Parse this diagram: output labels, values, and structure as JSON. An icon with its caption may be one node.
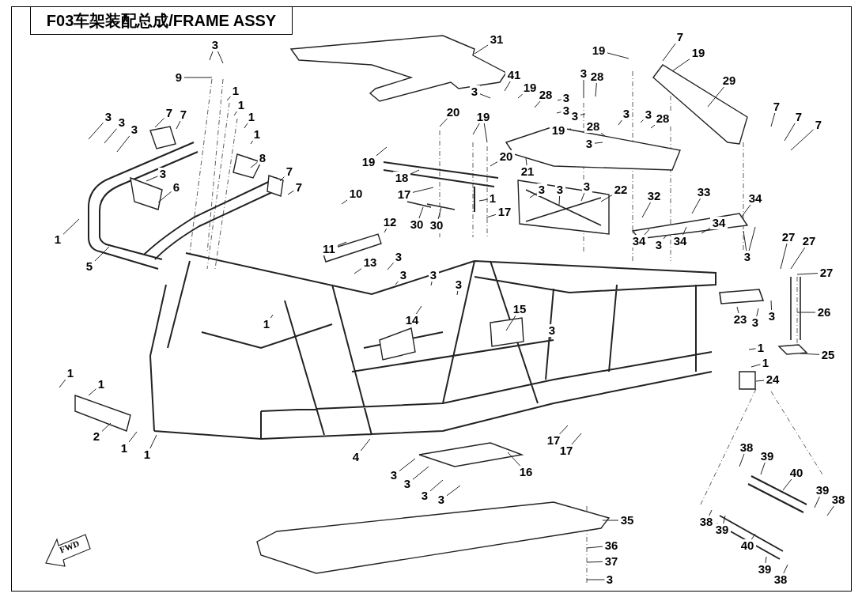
{
  "diagram": {
    "title": "F03车架装配总成/FRAME ASSY",
    "nodes": [
      {
        "text": [
          "3"
        ]
      },
      {
        "text": [
          "9"
        ]
      },
      {
        "text": [
          "1"
        ]
      },
      {
        "text": [
          "1"
        ]
      },
      {
        "text": [
          "1"
        ]
      },
      {
        "text": [
          "1"
        ]
      },
      {
        "text": [
          "3"
        ]
      },
      {
        "text": [
          "3"
        ]
      },
      {
        "text": [
          "3"
        ]
      },
      {
        "text": [
          "7"
        ]
      },
      {
        "text": [
          "7"
        ]
      },
      {
        "text": [
          "8"
        ]
      },
      {
        "text": [
          "3"
        ]
      },
      {
        "text": [
          "6"
        ]
      },
      {
        "text": [
          "7"
        ]
      },
      {
        "text": [
          "7"
        ]
      },
      {
        "text": [
          "1"
        ]
      },
      {
        "text": [
          "5"
        ]
      },
      {
        "text": [
          "31"
        ]
      },
      {
        "text": [
          "7"
        ]
      },
      {
        "text": [
          "19"
        ]
      },
      {
        "text": [
          "19"
        ]
      },
      {
        "text": [
          "41"
        ]
      },
      {
        "text": [
          "3"
        ]
      },
      {
        "text": [
          "19"
        ]
      },
      {
        "text": [
          "28"
        ]
      },
      {
        "text": [
          "3"
        ]
      },
      {
        "text": [
          "3"
        ]
      },
      {
        "text": [
          "3"
        ]
      },
      {
        "text": [
          "28"
        ]
      },
      {
        "text": [
          "3"
        ]
      },
      {
        "text": [
          "19"
        ]
      },
      {
        "text": [
          "3"
        ]
      },
      {
        "text": [
          "3"
        ]
      },
      {
        "text": [
          "28"
        ]
      },
      {
        "text": [
          "28"
        ]
      },
      {
        "text": [
          "3"
        ]
      },
      {
        "text": [
          "29"
        ]
      },
      {
        "text": [
          "7"
        ]
      },
      {
        "text": [
          "7"
        ]
      },
      {
        "text": [
          "7"
        ]
      },
      {
        "text": [
          "20"
        ]
      },
      {
        "text": [
          "19"
        ]
      },
      {
        "text": [
          "19"
        ]
      },
      {
        "text": [
          "18"
        ]
      },
      {
        "text": [
          "17"
        ]
      },
      {
        "text": [
          "20"
        ]
      },
      {
        "text": [
          "21"
        ]
      },
      {
        "text": [
          "10"
        ]
      },
      {
        "text": [
          "12"
        ]
      },
      {
        "text": [
          "11"
        ]
      },
      {
        "text": [
          "13"
        ]
      },
      {
        "text": [
          "30"
        ]
      },
      {
        "text": [
          "30"
        ]
      },
      {
        "text": [
          "1"
        ]
      },
      {
        "text": [
          "17"
        ]
      },
      {
        "text": [
          "3"
        ]
      },
      {
        "text": [
          "3"
        ]
      },
      {
        "text": [
          "3"
        ]
      },
      {
        "text": [
          "22"
        ]
      },
      {
        "text": [
          "32"
        ]
      },
      {
        "text": [
          "33"
        ]
      },
      {
        "text": [
          "34"
        ]
      },
      {
        "text": [
          "34"
        ]
      },
      {
        "text": [
          "34"
        ]
      },
      {
        "text": [
          "3"
        ]
      },
      {
        "text": [
          "34"
        ]
      },
      {
        "text": [
          "3"
        ]
      },
      {
        "text": [
          "27"
        ]
      },
      {
        "text": [
          "27"
        ]
      },
      {
        "text": [
          "27"
        ]
      },
      {
        "text": [
          "3"
        ]
      },
      {
        "text": [
          "3"
        ]
      },
      {
        "text": [
          "3"
        ]
      },
      {
        "text": [
          "3"
        ]
      },
      {
        "text": [
          "1"
        ]
      },
      {
        "text": [
          "14"
        ]
      },
      {
        "text": [
          "15"
        ]
      },
      {
        "text": [
          "3"
        ]
      },
      {
        "text": [
          "23"
        ]
      },
      {
        "text": [
          "3"
        ]
      },
      {
        "text": [
          "3"
        ]
      },
      {
        "text": [
          "26"
        ]
      },
      {
        "text": [
          "1"
        ]
      },
      {
        "text": [
          "1"
        ]
      },
      {
        "text": [
          "25"
        ]
      },
      {
        "text": [
          "24"
        ]
      },
      {
        "text": [
          "1"
        ]
      },
      {
        "text": [
          "1"
        ]
      },
      {
        "text": [
          "2"
        ]
      },
      {
        "text": [
          "1"
        ]
      },
      {
        "text": [
          "1"
        ]
      },
      {
        "text": [
          "4"
        ]
      },
      {
        "text": [
          "17"
        ]
      },
      {
        "text": [
          "17"
        ]
      },
      {
        "text": [
          "16"
        ]
      },
      {
        "text": [
          "3"
        ]
      },
      {
        "text": [
          "3"
        ]
      },
      {
        "text": [
          "3"
        ]
      },
      {
        "text": [
          "3"
        ]
      },
      {
        "text": [
          "35"
        ]
      },
      {
        "text": [
          "36"
        ]
      },
      {
        "text": [
          "37"
        ]
      },
      {
        "text": [
          "3"
        ]
      },
      {
        "text": [
          "38"
        ]
      },
      {
        "text": [
          "39"
        ]
      },
      {
        "text": [
          "40"
        ]
      },
      {
        "text": [
          "39"
        ]
      },
      {
        "text": [
          "38"
        ]
      },
      {
        "text": [
          "38"
        ]
      },
      {
        "text": [
          "39"
        ]
      },
      {
        "text": [
          "40"
        ]
      },
      {
        "text": [
          "39"
        ]
      },
      {
        "text": [
          "38"
        ]
      }
    ],
    "edges": [
      {
        "from": 0,
        "to": null,
        "arrow": "none"
      },
      {
        "from": 0,
        "to": null,
        "arrow": "none"
      },
      {
        "from": 1,
        "to": null,
        "arrow": "none"
      },
      {
        "from": 2,
        "to": null,
        "arrow": "none"
      },
      {
        "from": 3,
        "to": null,
        "arrow": "none"
      },
      {
        "from": 4,
        "to": null,
        "arrow": "none"
      },
      {
        "from": 5,
        "to": null,
        "arrow": "none"
      },
      {
        "from": 6,
        "to": null,
        "arrow": "none"
      },
      {
        "from": 7,
        "to": null,
        "arrow": "none"
      },
      {
        "from": 8,
        "to": null,
        "arrow": "none"
      },
      {
        "from": 9,
        "to": null,
        "arrow": "none"
      },
      {
        "from": 10,
        "to": null,
        "arrow": "none"
      },
      {
        "from": 11,
        "to": null,
        "arrow": "none"
      },
      {
        "from": 12,
        "to": null,
        "arrow": "none"
      },
      {
        "from": 13,
        "to": null,
        "arrow": "none"
      },
      {
        "from": 14,
        "to": null,
        "arrow": "none"
      },
      {
        "from": 15,
        "to": null,
        "arrow": "none"
      },
      {
        "from": 16,
        "to": null,
        "arrow": "none"
      },
      {
        "from": 17,
        "to": null,
        "arrow": "none"
      },
      {
        "from": 18,
        "to": null,
        "arrow": "none"
      },
      {
        "from": 19,
        "to": null,
        "arrow": "none"
      },
      {
        "from": 20,
        "to": null,
        "arrow": "none"
      },
      {
        "from": 21,
        "to": null,
        "arrow": "none"
      },
      {
        "from": 22,
        "to": null,
        "arrow": "none"
      },
      {
        "from": 23,
        "to": null,
        "arrow": "none"
      },
      {
        "from": 24,
        "to": null,
        "arrow": "none"
      },
      {
        "from": 25,
        "to": null,
        "arrow": "none"
      },
      {
        "from": 26,
        "to": null,
        "arrow": "none"
      },
      {
        "from": 27,
        "to": null,
        "arrow": "none"
      },
      {
        "from": 28,
        "to": null,
        "arrow": "none"
      },
      {
        "from": 29,
        "to": null,
        "arrow": "none"
      },
      {
        "from": 30,
        "to": null,
        "arrow": "none"
      },
      {
        "from": 31,
        "to": null,
        "arrow": "none"
      },
      {
        "from": 32,
        "to": null,
        "arrow": "none"
      },
      {
        "from": 33,
        "to": null,
        "arrow": "none"
      },
      {
        "from": 34,
        "to": null,
        "arrow": "none"
      },
      {
        "from": 35,
        "to": null,
        "arrow": "none"
      },
      {
        "from": 36,
        "to": null,
        "arrow": "none"
      },
      {
        "from": 37,
        "to": null,
        "arrow": "none"
      },
      {
        "from": 38,
        "to": null,
        "arrow": "none"
      },
      {
        "from": 39,
        "to": null,
        "arrow": "none"
      },
      {
        "from": 40,
        "to": null,
        "arrow": "none"
      },
      {
        "from": 41,
        "to": null,
        "arrow": "none"
      },
      {
        "from": 42,
        "to": null,
        "arrow": "none"
      },
      {
        "from": 42,
        "to": null,
        "arrow": "none"
      },
      {
        "from": 43,
        "to": null,
        "arrow": "none"
      },
      {
        "from": 44,
        "to": null,
        "arrow": "none"
      },
      {
        "from": 45,
        "to": null,
        "arrow": "none"
      },
      {
        "from": 46,
        "to": null,
        "arrow": "none"
      },
      {
        "from": 47,
        "to": null,
        "arrow": "none"
      },
      {
        "from": 48,
        "to": null,
        "arrow": "none"
      },
      {
        "from": 49,
        "to": null,
        "arrow": "none"
      },
      {
        "from": 50,
        "to": null,
        "arrow": "none"
      },
      {
        "from": 51,
        "to": null,
        "arrow": "none"
      },
      {
        "from": 52,
        "to": null,
        "arrow": "none"
      },
      {
        "from": 53,
        "to": null,
        "arrow": "none"
      },
      {
        "from": 54,
        "to": null,
        "arrow": "none"
      },
      {
        "from": 55,
        "to": null,
        "arrow": "none"
      },
      {
        "from": 56,
        "to": null,
        "arrow": "none"
      },
      {
        "from": 57,
        "to": null,
        "arrow": "none"
      },
      {
        "from": 58,
        "to": null,
        "arrow": "none"
      },
      {
        "from": 59,
        "to": null,
        "arrow": "none"
      },
      {
        "from": 60,
        "to": null,
        "arrow": "none"
      },
      {
        "from": 61,
        "to": null,
        "arrow": "none"
      },
      {
        "from": 62,
        "to": null,
        "arrow": "none"
      },
      {
        "from": 63,
        "to": null,
        "arrow": "none"
      },
      {
        "from": 64,
        "to": null,
        "arrow": "none"
      },
      {
        "from": 65,
        "to": null,
        "arrow": "none"
      },
      {
        "from": 66,
        "to": null,
        "arrow": "none"
      },
      {
        "from": 67,
        "to": null,
        "arrow": "none"
      },
      {
        "from": 67,
        "to": null,
        "arrow": "none"
      },
      {
        "from": 68,
        "to": null,
        "arrow": "none"
      },
      {
        "from": 69,
        "to": null,
        "arrow": "none"
      },
      {
        "from": 70,
        "to": null,
        "arrow": "none"
      },
      {
        "from": 71,
        "to": null,
        "arrow": "none"
      },
      {
        "from": 72,
        "to": null,
        "arrow": "none"
      },
      {
        "from": 73,
        "to": null,
        "arrow": "none"
      },
      {
        "from": 74,
        "to": null,
        "arrow": "none"
      },
      {
        "from": 75,
        "to": null,
        "arrow": "none"
      },
      {
        "from": 76,
        "to": null,
        "arrow": "none"
      },
      {
        "from": 77,
        "to": null,
        "arrow": "none"
      },
      {
        "from": 78,
        "to": null,
        "arrow": "none"
      },
      {
        "from": 79,
        "to": null,
        "arrow": "none"
      },
      {
        "from": 80,
        "to": null,
        "arrow": "none"
      },
      {
        "from": 81,
        "to": null,
        "arrow": "none"
      },
      {
        "from": 82,
        "to": null,
        "arrow": "none"
      },
      {
        "from": 83,
        "to": null,
        "arrow": "none"
      },
      {
        "from": 84,
        "to": null,
        "arrow": "none"
      },
      {
        "from": 85,
        "to": null,
        "arrow": "none"
      },
      {
        "from": 86,
        "to": null,
        "arrow": "none"
      },
      {
        "from": 87,
        "to": null,
        "arrow": "none"
      },
      {
        "from": 88,
        "to": null,
        "arrow": "none"
      },
      {
        "from": 89,
        "to": null,
        "arrow": "none"
      },
      {
        "from": 90,
        "to": null,
        "arrow": "none"
      },
      {
        "from": 91,
        "to": null,
        "arrow": "none"
      },
      {
        "from": 92,
        "to": null,
        "arrow": "none"
      },
      {
        "from": 93,
        "to": null,
        "arrow": "none"
      },
      {
        "from": 94,
        "to": null,
        "arrow": "none"
      },
      {
        "from": 95,
        "to": null,
        "arrow": "none"
      },
      {
        "from": 96,
        "to": null,
        "arrow": "none"
      },
      {
        "from": 97,
        "to": null,
        "arrow": "none"
      },
      {
        "from": 98,
        "to": null,
        "arrow": "none"
      },
      {
        "from": 99,
        "to": null,
        "arrow": "none"
      },
      {
        "from": 100,
        "to": null,
        "arrow": "none"
      },
      {
        "from": 101,
        "to": null,
        "arrow": "none"
      },
      {
        "from": 102,
        "to": null,
        "arrow": "none"
      },
      {
        "from": 103,
        "to": null,
        "arrow": "none"
      },
      {
        "from": 104,
        "to": null,
        "arrow": "none"
      },
      {
        "from": 105,
        "to": null,
        "arrow": "none"
      },
      {
        "from": 106,
        "to": null,
        "arrow": "none"
      },
      {
        "from": 107,
        "to": null,
        "arrow": "none"
      },
      {
        "from": 108,
        "to": null,
        "arrow": "none"
      },
      {
        "from": 109,
        "to": null,
        "arrow": "none"
      },
      {
        "from": 110,
        "to": null,
        "arrow": "none"
      },
      {
        "from": 111,
        "to": null,
        "arrow": "none"
      },
      {
        "from": 112,
        "to": null,
        "arrow": "none"
      },
      {
        "from": 113,
        "to": null,
        "arrow": "none"
      }
    ],
    "labels": [
      "FWD"
    ]
  }
}
